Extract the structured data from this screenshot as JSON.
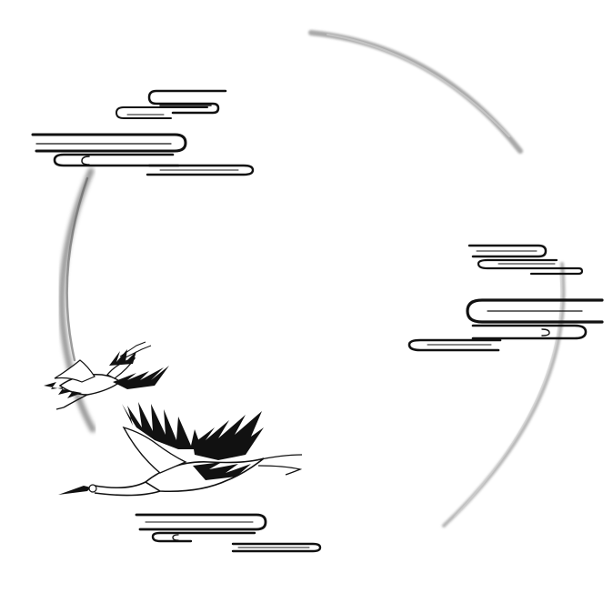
{
  "artwork": {
    "subject": "ink-wash",
    "elements": [
      "moon-ring",
      "cloud-motifs",
      "flying-cranes"
    ],
    "palette": {
      "ink": "#111111",
      "wash": "#9a9a9a",
      "paper": "#ffffff"
    }
  }
}
